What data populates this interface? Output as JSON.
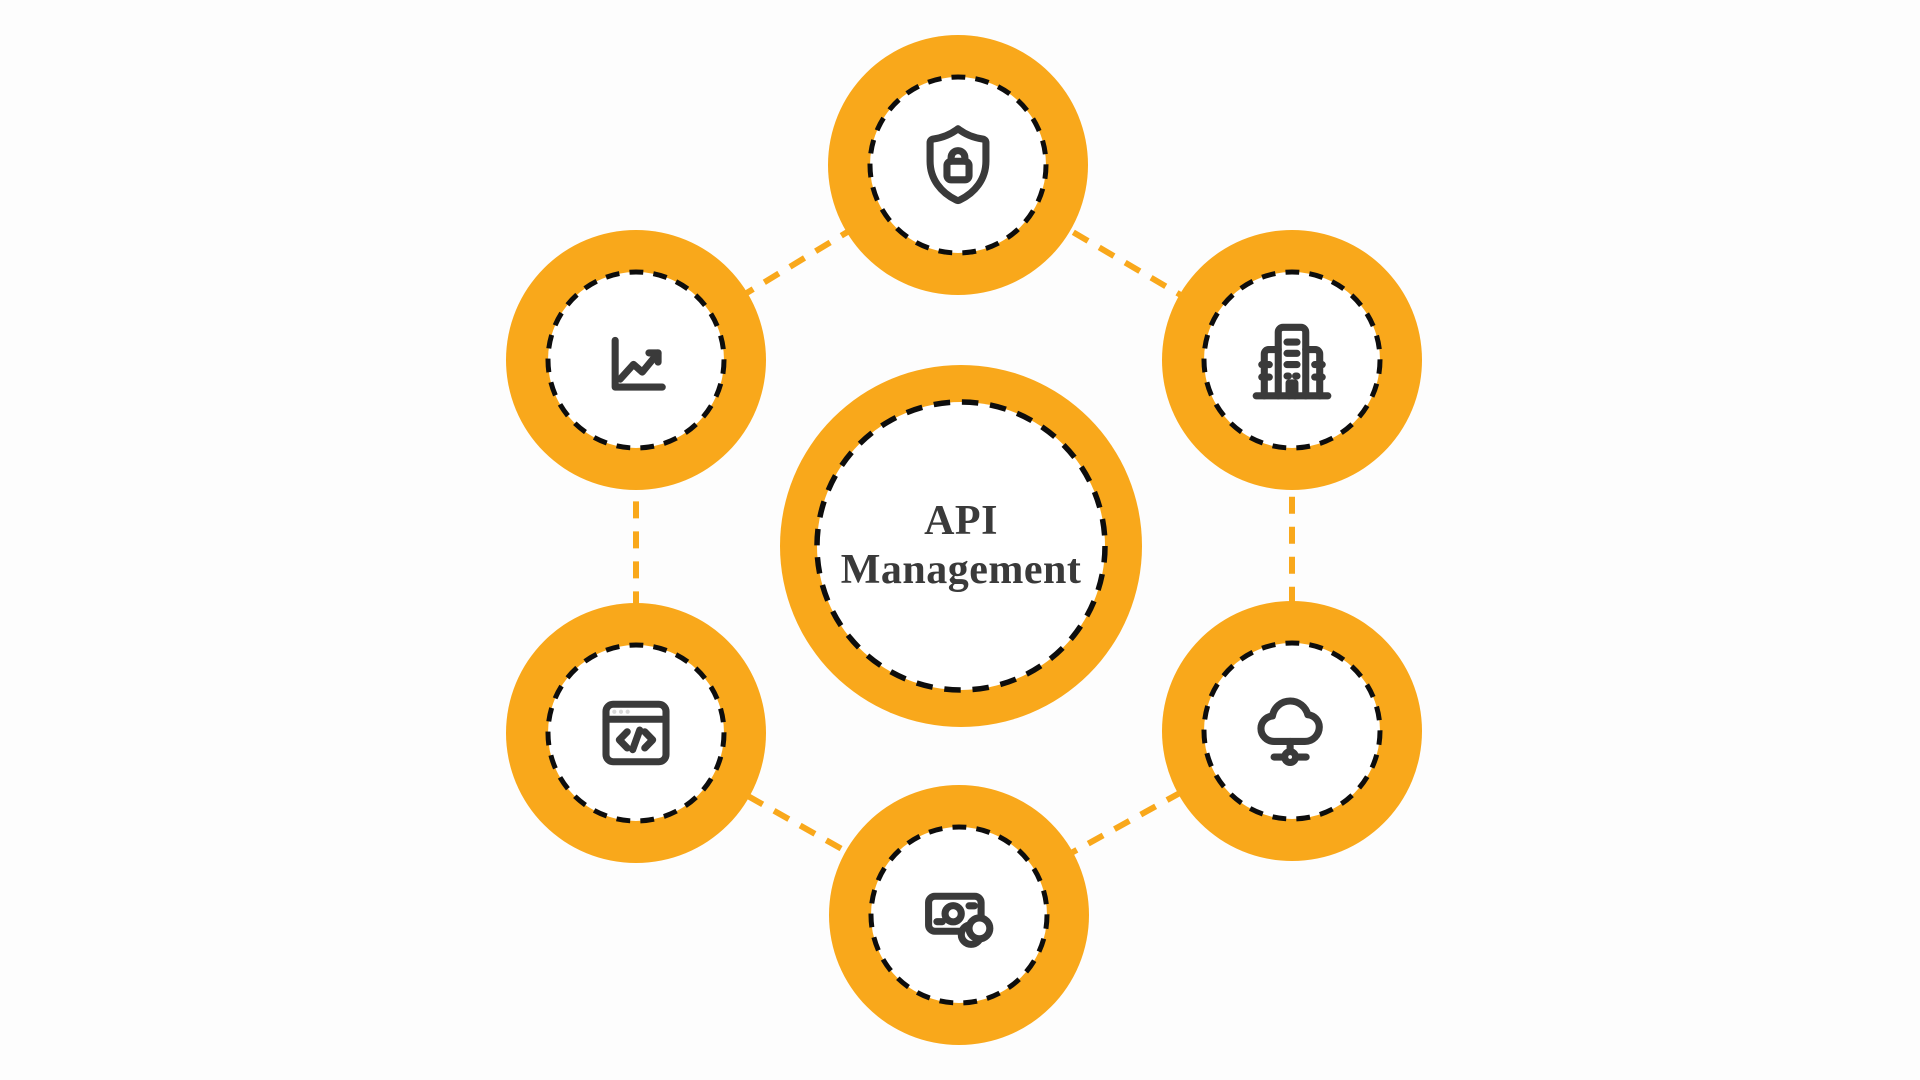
{
  "diagram": {
    "center": {
      "label": "API Management"
    },
    "nodes": [
      {
        "id": "security",
        "icon": "shield-lock-icon",
        "position": "top"
      },
      {
        "id": "enterprise",
        "icon": "office-building-icon",
        "position": "top-right"
      },
      {
        "id": "cloud-infrastructure",
        "icon": "cloud-network-icon",
        "position": "bottom-right"
      },
      {
        "id": "payments",
        "icon": "money-coins-icon",
        "position": "bottom"
      },
      {
        "id": "developer-portal",
        "icon": "code-window-icon",
        "position": "bottom-left"
      },
      {
        "id": "analytics",
        "icon": "line-chart-icon",
        "position": "top-left"
      }
    ],
    "colors": {
      "accent": "#F9A81B",
      "ink": "#3A3A3A",
      "dash": "#0D0D0D",
      "background": "#FDFDFD",
      "surface": "#FFFFFF"
    }
  }
}
